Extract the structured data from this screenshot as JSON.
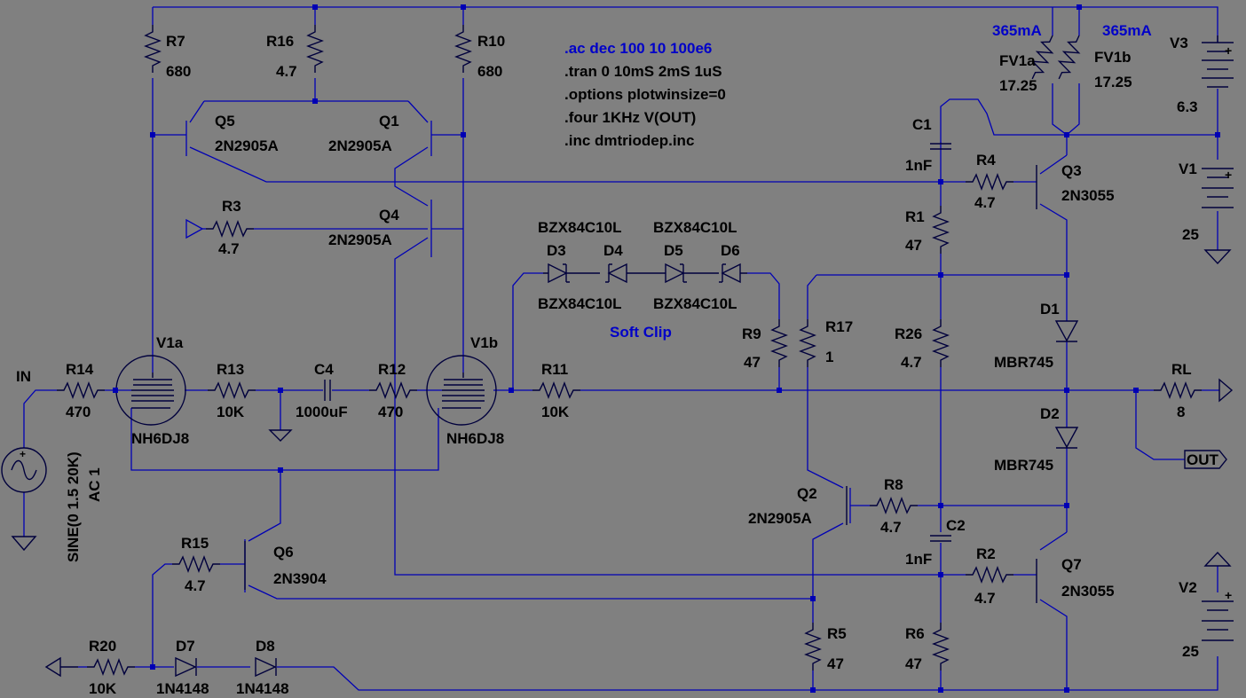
{
  "components": [
    {
      "ref": "R7",
      "value": "680"
    },
    {
      "ref": "R16",
      "value": "4.7"
    },
    {
      "ref": "R10",
      "value": "680"
    },
    {
      "ref": "Q5",
      "value": "2N2905A"
    },
    {
      "ref": "Q1",
      "value": "2N2905A"
    },
    {
      "ref": "Q4",
      "value": "2N2905A"
    },
    {
      "ref": "R3",
      "value": "4.7"
    },
    {
      "ref": "V1a",
      "value": "NH6DJ8"
    },
    {
      "ref": "V1b",
      "value": "NH6DJ8"
    },
    {
      "ref": "R14",
      "value": "470"
    },
    {
      "ref": "R13",
      "value": "10K"
    },
    {
      "ref": "C4",
      "value": "1000uF"
    },
    {
      "ref": "R12",
      "value": "470"
    },
    {
      "ref": "R11",
      "value": "10K"
    },
    {
      "ref": "D3",
      "value": "BZX84C10L"
    },
    {
      "ref": "D4",
      "value": "BZX84C10L"
    },
    {
      "ref": "D5",
      "value": "BZX84C10L"
    },
    {
      "ref": "D6",
      "value": "BZX84C10L"
    },
    {
      "ref": "R9",
      "value": "47"
    },
    {
      "ref": "R17",
      "value": "1"
    },
    {
      "ref": "C1",
      "value": "1nF"
    },
    {
      "ref": "R4",
      "value": "4.7"
    },
    {
      "ref": "Q3",
      "value": "2N3055"
    },
    {
      "ref": "R1",
      "value": "47"
    },
    {
      "ref": "R26",
      "value": "4.7"
    },
    {
      "ref": "D1",
      "value": "MBR745"
    },
    {
      "ref": "D2",
      "value": "MBR745"
    },
    {
      "ref": "RL",
      "value": "8"
    },
    {
      "ref": "Q2",
      "value": "2N2905A"
    },
    {
      "ref": "R8",
      "value": "4.7"
    },
    {
      "ref": "C2",
      "value": "1nF"
    },
    {
      "ref": "R2",
      "value": "4.7"
    },
    {
      "ref": "Q7",
      "value": "2N3055"
    },
    {
      "ref": "R5",
      "value": "47"
    },
    {
      "ref": "R6",
      "value": "47"
    },
    {
      "ref": "Q6",
      "value": "2N3904"
    },
    {
      "ref": "R15",
      "value": "4.7"
    },
    {
      "ref": "R20",
      "value": "10K"
    },
    {
      "ref": "D7",
      "value": "1N4148"
    },
    {
      "ref": "D8",
      "value": "1N4148"
    },
    {
      "ref": "FV1a",
      "value": "17.25"
    },
    {
      "ref": "FV1b",
      "value": "17.25"
    },
    {
      "ref": "V3",
      "value": "6.3"
    },
    {
      "ref": "V1",
      "value": "25"
    },
    {
      "ref": "V2",
      "value": "25"
    }
  ],
  "currents": {
    "fv1a": "365mA",
    "fv1b": "365mA"
  },
  "source": {
    "label": "IN",
    "value": "SINE(0 1.5 20K)",
    "ac": "AC 1"
  },
  "out_label": "OUT",
  "annotation": "Soft Clip",
  "directives": [
    ".ac dec 100 10 100e6",
    ".tran 0 10mS 2mS 1uS",
    ".options plotwinsize=0",
    ".four 1KHz V(OUT)",
    ".inc dmtriodep.inc"
  ],
  "colors": {
    "background": "#808080",
    "wire": "#0000b4",
    "directive": "#0000c8"
  }
}
